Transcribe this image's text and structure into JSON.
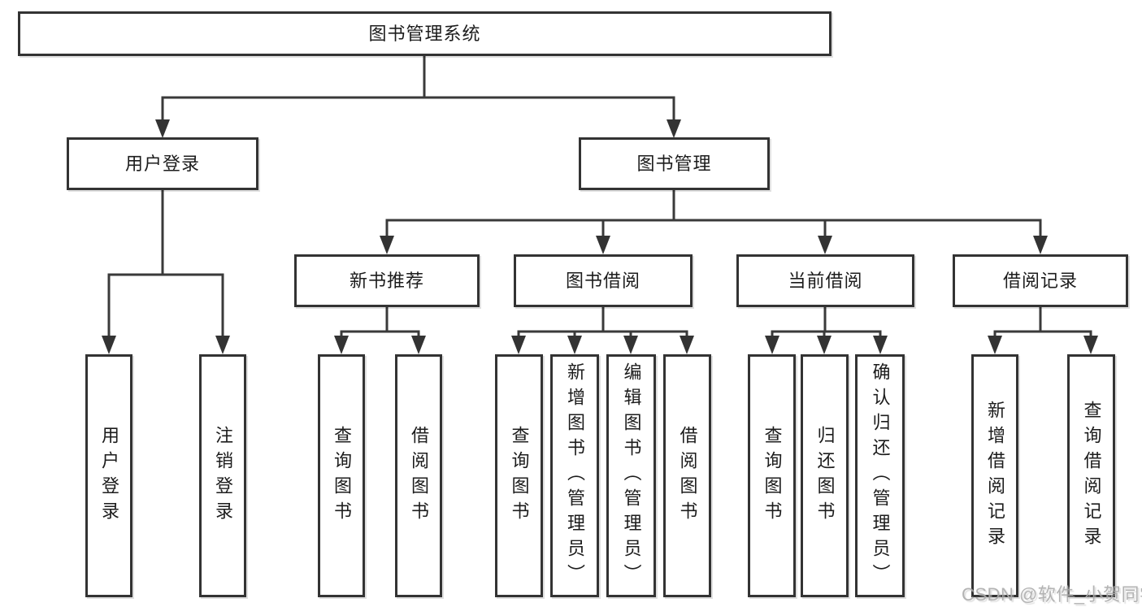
{
  "tree": {
    "label": "图书管理系统",
    "children": [
      {
        "label": "用户登录",
        "children": [
          {
            "label": "用户登录"
          },
          {
            "label": "注销登录"
          }
        ]
      },
      {
        "label": "图书管理",
        "children": [
          {
            "label": "新书推荐",
            "children": [
              {
                "label": "查询图书"
              },
              {
                "label": "借阅图书"
              }
            ]
          },
          {
            "label": "图书借阅",
            "children": [
              {
                "label": "查询图书"
              },
              {
                "label": "新增图书（管理员）"
              },
              {
                "label": "编辑图书（管理员）"
              },
              {
                "label": "借阅图书"
              }
            ]
          },
          {
            "label": "当前借阅",
            "children": [
              {
                "label": "查询图书"
              },
              {
                "label": "归还图书"
              },
              {
                "label": "确认归还（管理员）"
              }
            ]
          },
          {
            "label": "借阅记录",
            "children": [
              {
                "label": "新增借阅记录"
              },
              {
                "label": "查询借阅记录"
              }
            ]
          }
        ]
      }
    ]
  },
  "watermark": {
    "text": "CSDN @软件_小贺同学"
  },
  "colors": {
    "line": "#3a3a3a",
    "border": "#333333",
    "text": "#1c1c1c",
    "watermark": "#ababab",
    "background": "#ffffff"
  }
}
